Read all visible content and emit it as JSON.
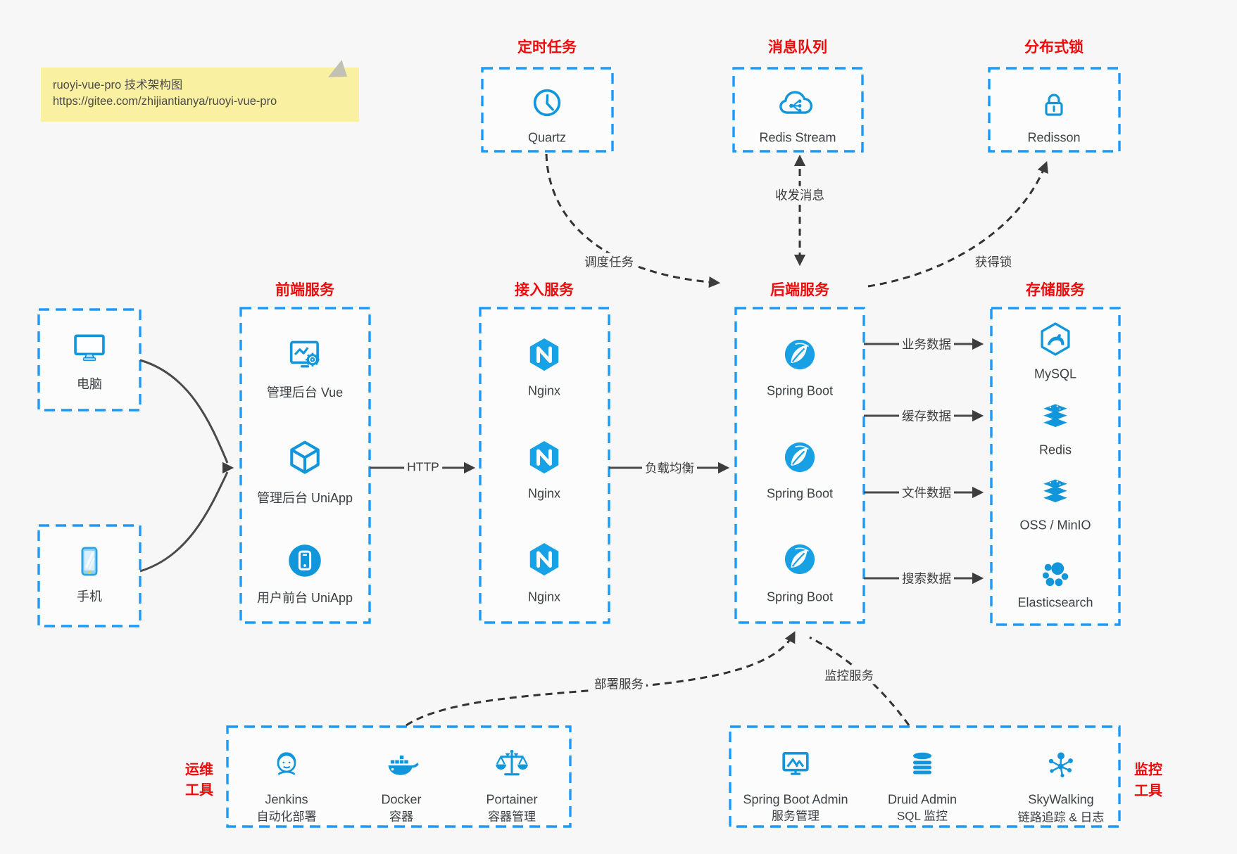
{
  "note": {
    "line1": "ruoyi-vue-pro 技术架构图",
    "line2": "https://gitee.com/zhijiantianya/ruoyi-vue-pro"
  },
  "colors": {
    "box_border_blue": "#1b9af7",
    "icon_blue": "#1296db",
    "title_red": "#ee0b0b",
    "background": "#f7f7f8",
    "solid_arrow": "#4a4a4a",
    "dashed_arrow": "#333333",
    "note_yellow": "#faf0a2"
  },
  "groups": {
    "scheduled_job": {
      "title": "定时任务",
      "item": {
        "label": "Quartz"
      }
    },
    "message_queue": {
      "title": "消息队列",
      "item": {
        "label": "Redis Stream"
      }
    },
    "distributed_lock": {
      "title": "分布式锁",
      "item": {
        "label": "Redisson"
      }
    },
    "devices": {
      "pc": {
        "label": "电脑"
      },
      "mobile": {
        "label": "手机"
      }
    },
    "frontend": {
      "title": "前端服务",
      "items": [
        {
          "label": "管理后台 Vue"
        },
        {
          "label": "管理后台 UniApp"
        },
        {
          "label": "用户前台 UniApp"
        }
      ]
    },
    "gateway": {
      "title": "接入服务",
      "items": [
        {
          "label": "Nginx"
        },
        {
          "label": "Nginx"
        },
        {
          "label": "Nginx"
        }
      ]
    },
    "backend": {
      "title": "后端服务",
      "items": [
        {
          "label": "Spring Boot"
        },
        {
          "label": "Spring Boot"
        },
        {
          "label": "Spring Boot"
        }
      ]
    },
    "storage": {
      "title": "存储服务",
      "items": [
        {
          "label": "MySQL"
        },
        {
          "label": "Redis"
        },
        {
          "label": "OSS / MinIO"
        },
        {
          "label": "Elasticsearch"
        }
      ]
    },
    "ops_tools": {
      "side_label_line1": "运维",
      "side_label_line2": "工具",
      "items": [
        {
          "label": "Jenkins",
          "sublabel": "自动化部署"
        },
        {
          "label": "Docker",
          "sublabel": "容器"
        },
        {
          "label": "Portainer",
          "sublabel": "容器管理"
        }
      ]
    },
    "monitor_tools": {
      "side_label_line1": "监控",
      "side_label_line2": "工具",
      "items": [
        {
          "label": "Spring Boot Admin",
          "sublabel": "服务管理"
        },
        {
          "label": "Druid Admin",
          "sublabel": "SQL 监控"
        },
        {
          "label": "SkyWalking",
          "sublabel": "链路追踪 & 日志"
        }
      ]
    }
  },
  "edges": {
    "http": "HTTP",
    "load_balance": "负载均衡",
    "business_data": "业务数据",
    "cache_data": "缓存数据",
    "file_data": "文件数据",
    "search_data": "搜索数据",
    "schedule_task": "调度任务",
    "send_receive_message": "收发消息",
    "acquire_lock": "获得锁",
    "deploy_service": "部署服务",
    "monitor_service": "监控服务"
  }
}
